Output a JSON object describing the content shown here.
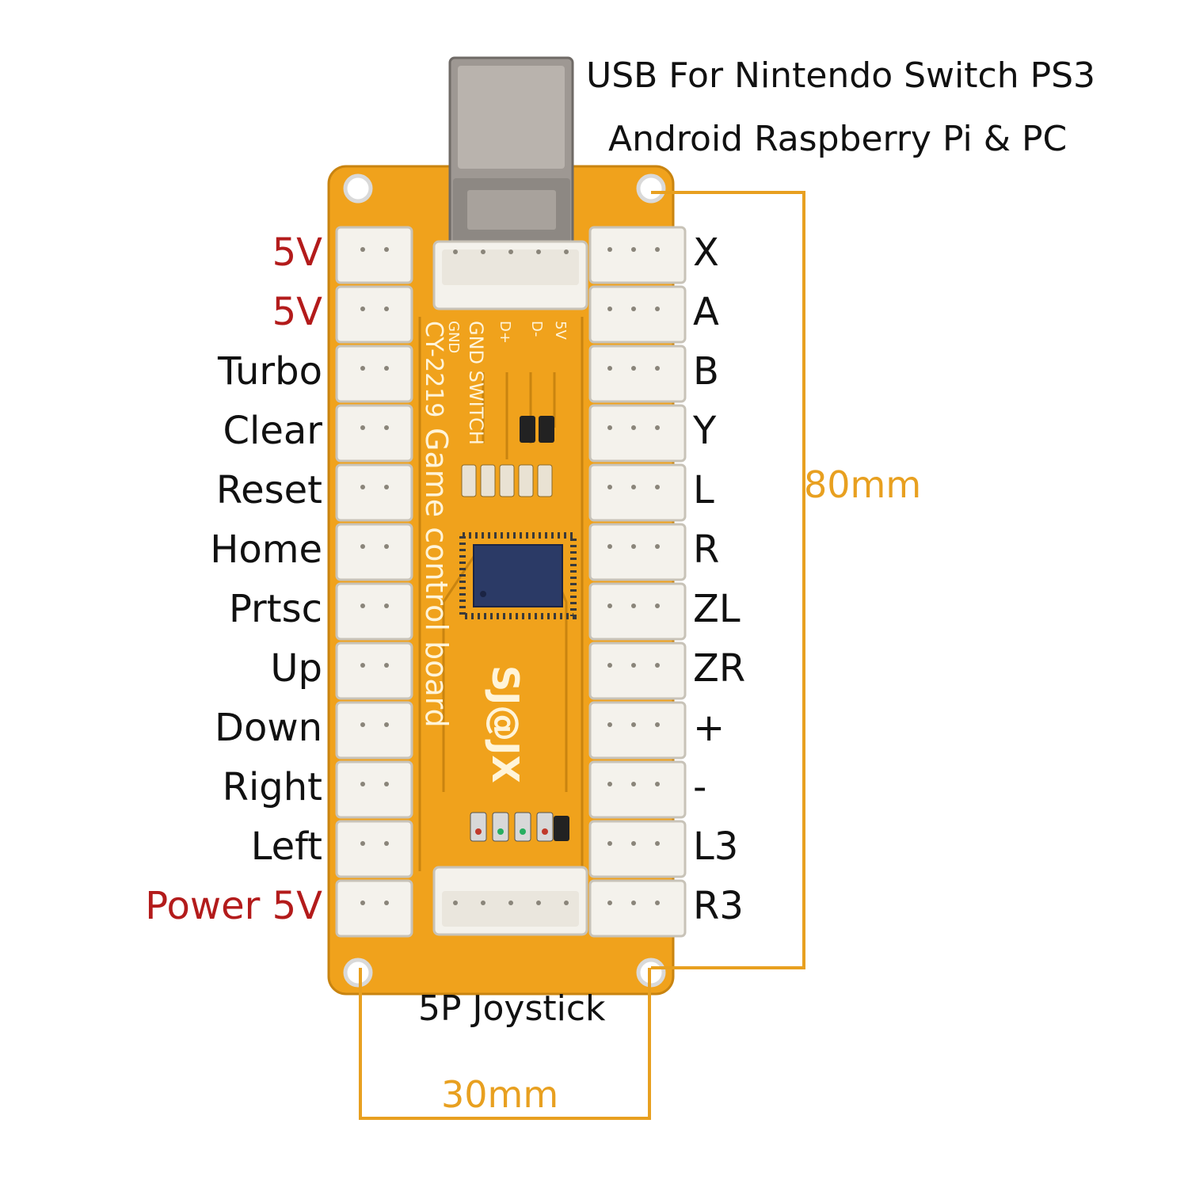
{
  "usb_label": {
    "line1": "USB For Nintendo Switch PS3",
    "line2": "Android Raspberry Pi & PC"
  },
  "left_labels": [
    {
      "text": "5V",
      "color": "#b31b1b"
    },
    {
      "text": "5V",
      "color": "#b31b1b"
    },
    {
      "text": "Turbo",
      "color": "#111111"
    },
    {
      "text": "Clear",
      "color": "#111111"
    },
    {
      "text": "Reset",
      "color": "#111111"
    },
    {
      "text": "Home",
      "color": "#111111"
    },
    {
      "text": "Prtsc",
      "color": "#111111"
    },
    {
      "text": "Up",
      "color": "#111111"
    },
    {
      "text": "Down",
      "color": "#111111"
    },
    {
      "text": "Right",
      "color": "#111111"
    },
    {
      "text": "Left",
      "color": "#111111"
    },
    {
      "text": "Power 5V",
      "color": "#b31b1b"
    }
  ],
  "right_labels": [
    "X",
    "A",
    "B",
    "Y",
    "L",
    "R",
    "ZL",
    "ZR",
    "+",
    "-",
    "L3",
    "R3"
  ],
  "board_text": {
    "title": "Game control board",
    "model": "CY-2219",
    "switch": "GND SWITCH",
    "pins": [
      "GND",
      "D+",
      "D-",
      "5V"
    ],
    "brand": "SJ@JX"
  },
  "bottom_label": "5P Joystick",
  "dimensions": {
    "height": "80mm",
    "width": "30mm",
    "color": "#e8a020"
  },
  "colors": {
    "board": "#f0a21c",
    "connector": "#f4f2ec",
    "chip": "#2b3a66",
    "accent_red": "#b31b1b"
  }
}
